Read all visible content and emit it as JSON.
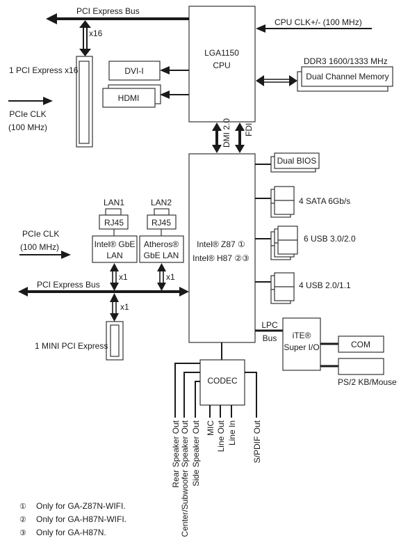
{
  "cpu": {
    "line1": "LGA1150",
    "line2": "CPU"
  },
  "pci_bus_top": "PCI Express Bus",
  "x16": "x16",
  "pcie_x16_slot": "1 PCI Express x16",
  "pcie_clk_top": {
    "line1": "PCIe CLK",
    "line2": "(100 MHz)"
  },
  "dvi": "DVI-I",
  "hdmi": "HDMI",
  "cpu_clk": "CPU CLK+/- (100 MHz)",
  "ddr3": "DDR3 1600/1333 MHz",
  "memory": "Dual Channel Memory",
  "dmi": "DMI 2.0",
  "fdi": "FDI",
  "pch": {
    "line1": "Intel® Z87 ①",
    "line2": "Intel® H87 ②③"
  },
  "dual_bios": "Dual BIOS",
  "sata": "4 SATA 6Gb/s",
  "usb3": "6 USB 3.0/2.0",
  "usb2": "4 USB 2.0/1.1",
  "lpc": {
    "line1": "LPC",
    "line2": "Bus"
  },
  "superio": {
    "line1": "iTE®",
    "line2": "Super I/O"
  },
  "com": "COM",
  "ps2": "PS/2 KB/Mouse",
  "lan1": {
    "label": "LAN1",
    "connector": "RJ45",
    "chip1": "Intel® GbE",
    "chip2": "LAN"
  },
  "lan2": {
    "label": "LAN2",
    "connector": "RJ45",
    "chip1": "Atheros®",
    "chip2": "GbE LAN"
  },
  "pcie_clk_mid": {
    "line1": "PCIe CLK",
    "line2": "(100 MHz)"
  },
  "pci_bus_mid": "PCI Express Bus",
  "x1_lan1": "x1",
  "x1_lan2": "x1",
  "x1_mini": "x1",
  "mini_pcie": "1 MINI PCI Express",
  "codec": "CODEC",
  "audio_outputs": [
    "Rear Speaker Out",
    "Center/Subwoofer Speaker Out",
    "Side Speaker Out",
    "MIC",
    "Line Out",
    "Line In",
    "S/PDIF Out"
  ],
  "notes": [
    {
      "mark": "①",
      "text": "Only for GA-Z87N-WIFI."
    },
    {
      "mark": "②",
      "text": "Only for GA-H87N-WIFI."
    },
    {
      "mark": "③",
      "text": "Only for GA-H87N."
    }
  ]
}
